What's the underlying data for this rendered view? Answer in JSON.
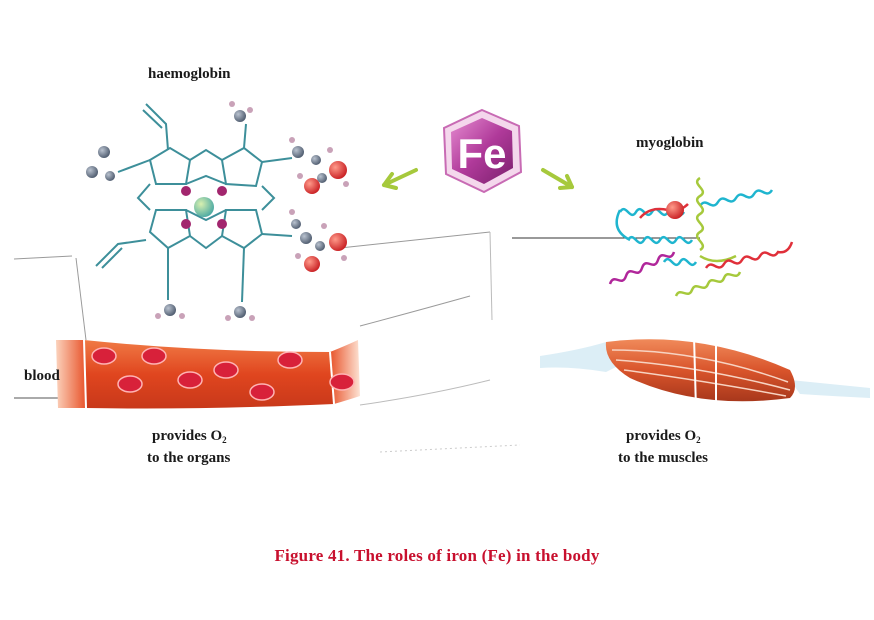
{
  "labels": {
    "haemoglobin": "haemoglobin",
    "myoglobin": "myoglobin",
    "blood": "blood",
    "fe_symbol": "Fe",
    "left_provides": "provides O",
    "left_subscript": "2",
    "left_target": "to the organs",
    "right_provides": "provides O",
    "right_subscript": "2",
    "right_target": "to the muscles"
  },
  "caption": "Figure 41. The roles of iron (Fe) in the body",
  "colors": {
    "caption": "#c8102e",
    "fe_hexagon": "#b03a9a",
    "arrow": "#a6c93c",
    "blood_vessel": "#e8532a",
    "red_cell": "#d8213a",
    "heme_bond": "#3d8f9a",
    "muscle": "#d9542b",
    "helix_cyan": "#1fb5cf",
    "helix_red": "#e0303a",
    "helix_green": "#a6c93c",
    "helix_magenta": "#b0269a"
  },
  "icons": [
    "fe-hexagon-icon",
    "arrow-left-icon",
    "arrow-right-icon",
    "heme-molecule-icon",
    "protein-helix-icon",
    "muscle-icon",
    "red-blood-cell-icon"
  ]
}
